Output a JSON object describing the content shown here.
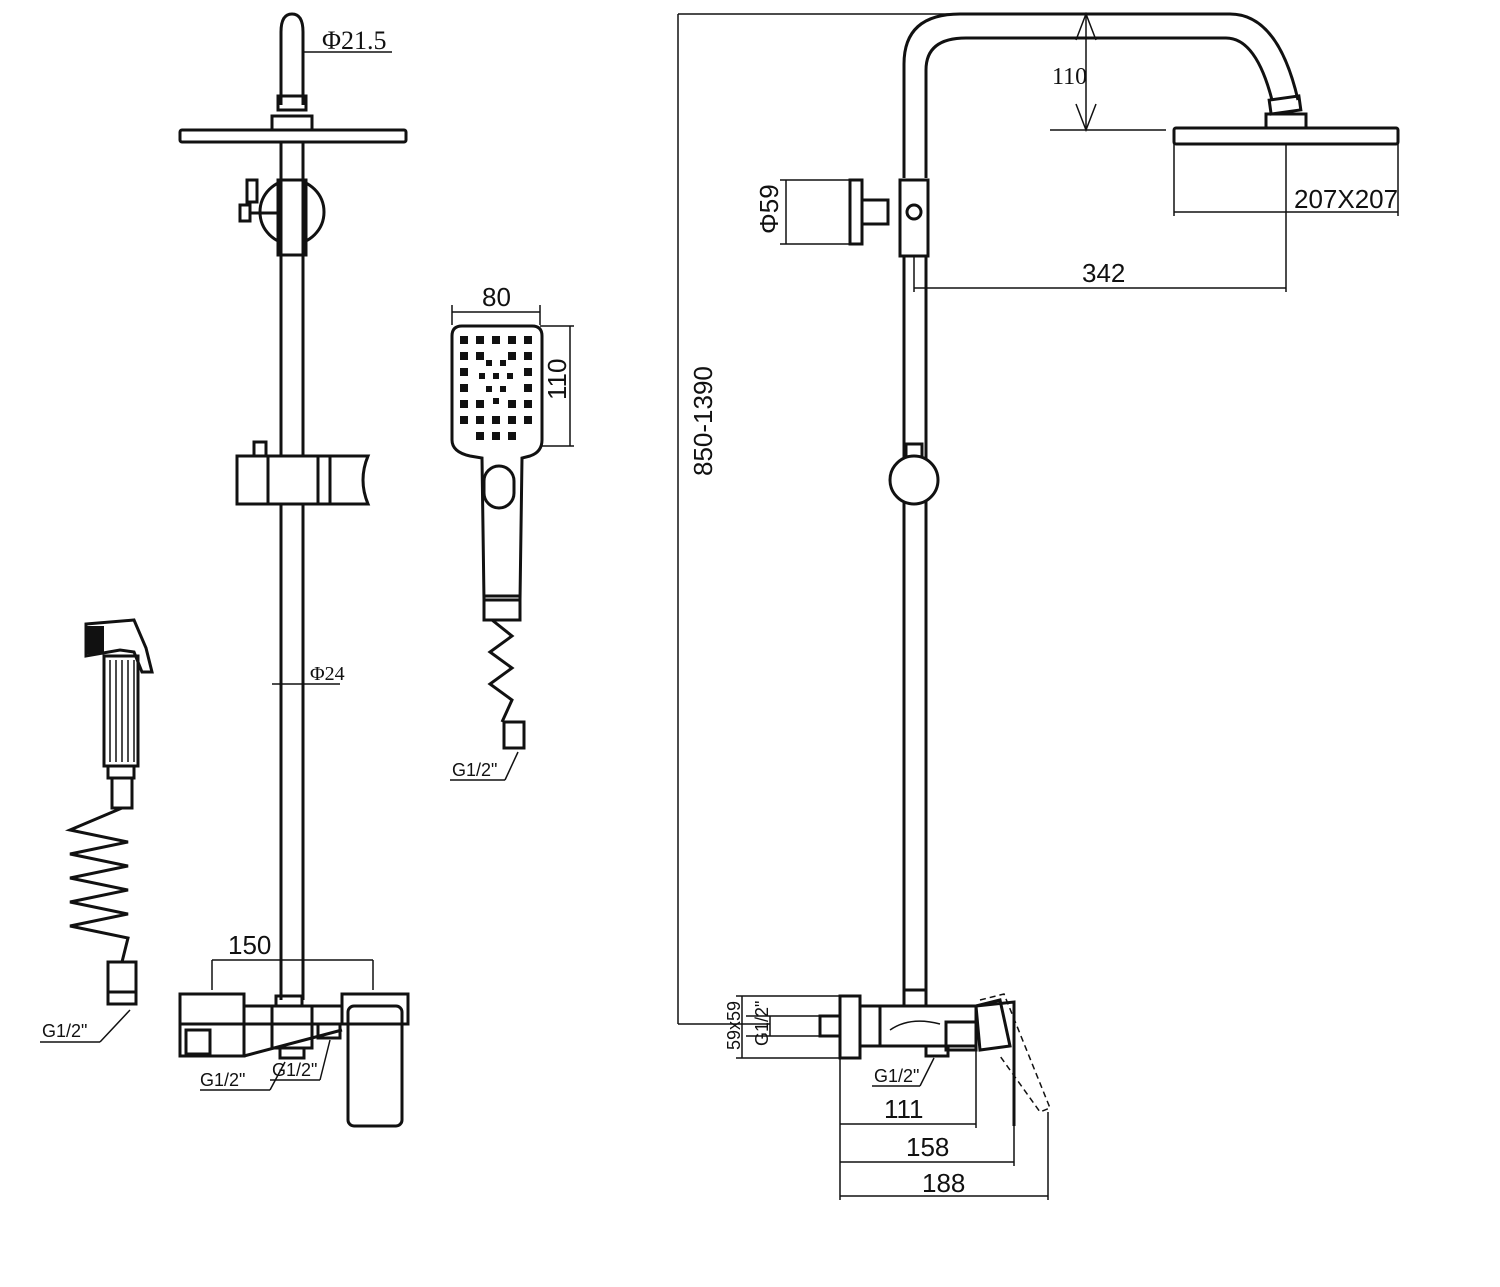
{
  "dimensions": {
    "head_arm_diameter": "Φ21.5",
    "rail_diameter": "Φ24",
    "hand_shower_width": "80",
    "hand_shower_height": "110",
    "mixer_width_front": "150",
    "hose_thread_handshower": "G1/2\"",
    "hose_thread_bidet": "G1/2\"",
    "mixer_thread_left": "G1/2\"",
    "mixer_thread_right": "G1/2\"",
    "total_height": "850-1390",
    "arm_drop": "110",
    "wall_flange_diameter": "Φ59",
    "head_size": "207X207",
    "arm_projection": "342",
    "mixer_flange": "59x59",
    "mixer_thread_side": "G1/2\"",
    "mixer_outlet_thread": "G1/2\"",
    "mixer_depth_1": "111",
    "mixer_depth_2": "158",
    "mixer_depth_3": "188"
  }
}
